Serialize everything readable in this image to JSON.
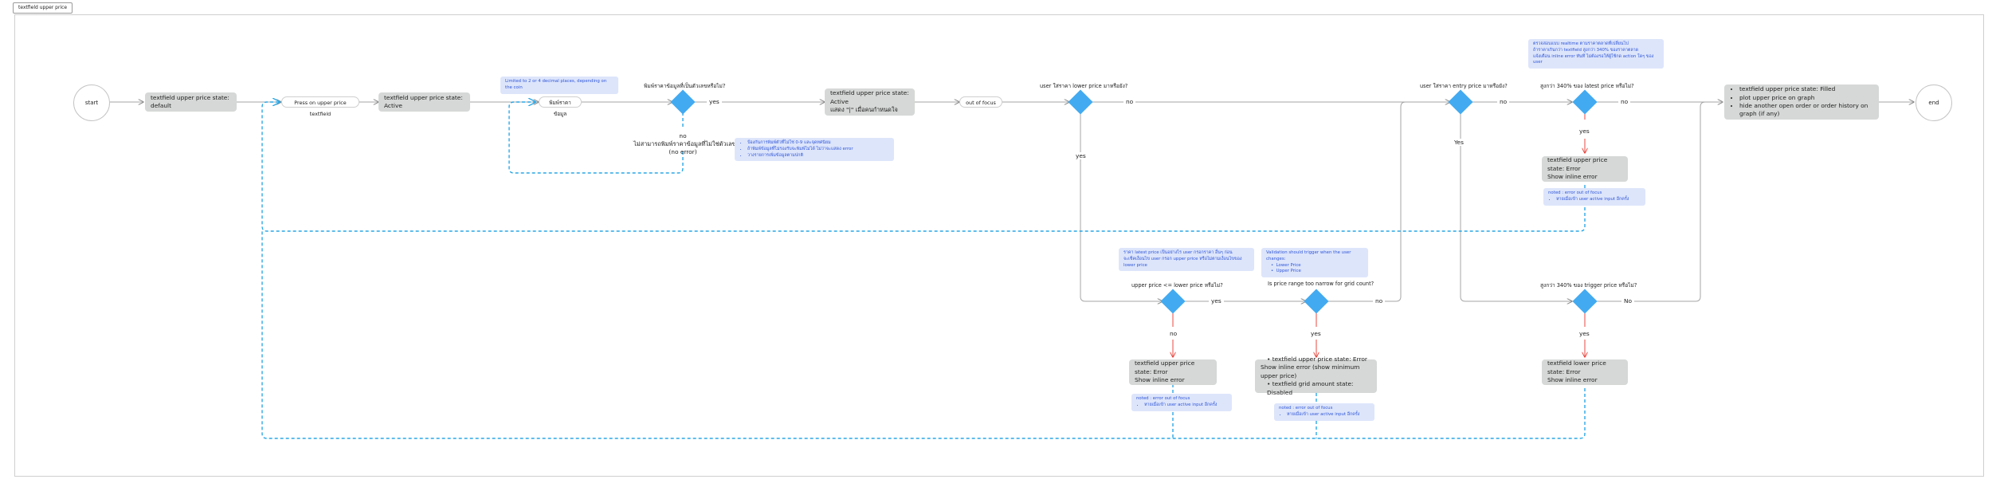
{
  "frame": {
    "tab": "textfield upper price"
  },
  "terminals": {
    "start": "start",
    "end": "end"
  },
  "boxes": {
    "default": "textfield upper price state: default",
    "active": "textfield upper price state: Active",
    "active_cursor": [
      "textfield upper price state: Active",
      "แสดง \"|\" เมื่อคนกำหนดใจ"
    ],
    "filled": [
      "textfield upper price state: Filled",
      "plot upper price on graph",
      "hide another open order or order history on graph (if any)"
    ],
    "error_latest": [
      "textfield upper price state: Error",
      "Show inline error"
    ],
    "error_lower": [
      "textfield upper price state: Error",
      "Show inline error"
    ],
    "error_range": [
      "textfield upper price state: Error",
      "Show inline error (show minimum upper price)",
      "textfield grid amount state: Disabled"
    ],
    "error_trigger": [
      "textfield lower price state: Error",
      "Show inline error"
    ]
  },
  "pills": {
    "press": "Press on upper price textfield",
    "typing": "พิมพ์ราคาข้อมูล",
    "out_focus": "out of focus"
  },
  "conditions": {
    "numeric": "พิมพ์ราคาข้อมูลที่เป็นตัวเลขหรือไม่?",
    "lower_filled": "user ใส่ราคา lower price มาหรือยัง?",
    "entry_filled": "user ใส่ราคา entry price มาหรือยัง?",
    "latest_340": "สูงกว่า 340% ของ latest price หรือไม่?",
    "upper_vs_lower": "upper price <= lower price หรือไม่?",
    "range_narrow": "Is price range too narrow for grid count?",
    "trigger_340": "สูงกว่า 340% ของ trigger price หรือไม่?"
  },
  "labels": {
    "yes": "yes",
    "no": "no",
    "Yes": "Yes",
    "No": "No",
    "no_numeric": [
      "no",
      "ไม่สามารถพิมพ์ราคาข้อมูลที่ไม่ใช่ตัวเลขได้",
      "(no error)"
    ]
  },
  "notes": {
    "decimals": "Limited to 2 or 4 decimal places, depending on the coin",
    "numeric_rules": [
      "ป้องกันการพิมพ์ตัวที่ไม่ใช่ 0-9 และจุดทศนิยม",
      "ถ้าพิมพ์ข้อมูลที่ไม่รองรับจะพิมพ์ไม่ได้ ไม่ว่าจะแสดง error",
      "วางรายการเพิ่มข้อมูลตามปกติ"
    ],
    "realtime": [
      "ตรวจสอบแบบ realtime ตามราคาตลาดที่เปลี่ยนไป",
      "ถ้าราคาเกินกว่า textfield สูงกว่า 340% ของราคาตลาด",
      "แจ้งเตือน inline error ทันที ไม่ต้องรอให้ผู้ใช้กด action ใดๆ ของ user"
    ],
    "compare_lower": [
      "ราคา latest price เป็นอย่างไร user กรอกราคา อื่นๆ ก่อน",
      "จะเช็คเงื่อนไข user กรอก upper price หรือไม่ตามเงื่อนไขของ",
      "lower price"
    ],
    "validation": [
      "Validation should trigger when the user changes:",
      "Lower Price",
      "Upper Price"
    ],
    "noted_title": "noted : error out of focus",
    "noted_item": "หายเมื่อเข้า user active input อีกครั้ง"
  }
}
